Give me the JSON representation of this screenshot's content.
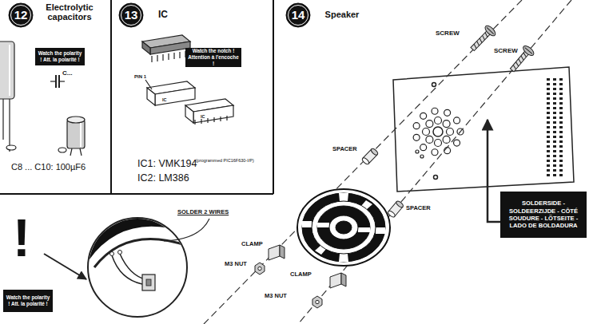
{
  "diagram": {
    "nodes": [
      {
        "text": [
          "12",
          "Electrolytic capacitors"
        ]
      },
      {
        "text": [
          "Watch the polarity ! Att. la polarité !"
        ]
      },
      {
        "text": [
          "13",
          "IC"
        ]
      },
      {
        "text": [
          "Watch the notch ! Attention à l'encoche !"
        ]
      },
      {
        "text": [
          "14",
          "Speaker"
        ]
      },
      {
        "text": [
          "SOLDERSIDE - SOLDEERZIJDE - CÔTÉ SOUDURE - LÖTSEITE - LADO DE BOLDADURA"
        ]
      },
      {
        "text": [
          "Watch the polarity ! Att. la polarité !"
        ]
      }
    ],
    "labels": [
      "C...",
      "C8 ... C10: 100µF6",
      "PIN 1",
      "IC",
      "IC",
      "IC1: VMK194",
      "(programmed PIC16F630-I/P)",
      "IC2: LM386",
      "SCREW",
      "SCREW",
      "SPACER",
      "SPACER",
      "CLAMP",
      "CLAMP",
      "M3 NUT",
      "M3 NUT",
      "SOLDER 2 WIRES",
      "!"
    ]
  }
}
